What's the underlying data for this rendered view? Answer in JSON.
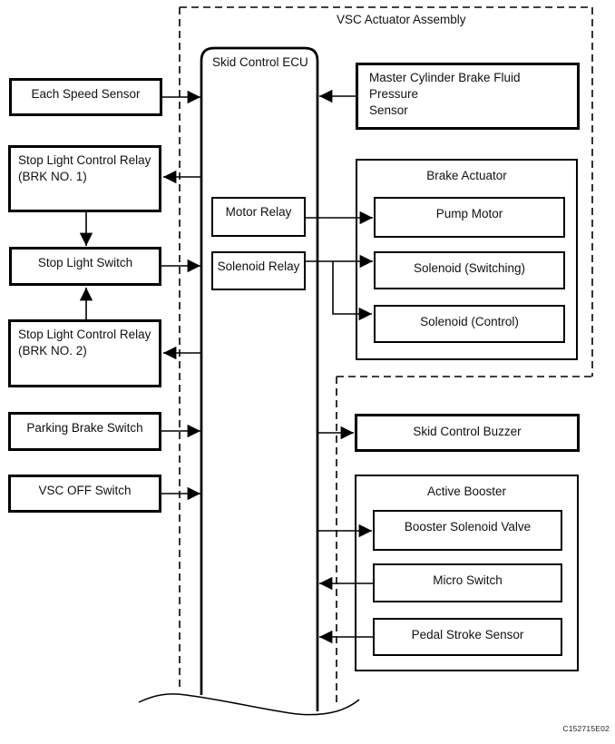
{
  "figure": {
    "assembly_label": "VSC Actuator Assembly",
    "ecu_label": "Skid Control ECU",
    "code": "C152715E02",
    "boxes": {
      "each_speed_sensor": "Each Speed Sensor",
      "stop_light_relay_1": "Stop Light Control Relay\n(BRK NO. 1)",
      "stop_light_switch": "Stop Light Switch",
      "stop_light_relay_2": "Stop Light Control Relay\n(BRK NO. 2)",
      "parking_brake_switch": "Parking Brake Switch",
      "vsc_off_switch": "VSC OFF Switch",
      "master_cylinder_sensor": "Master Cylinder Brake Fluid Pressure\nSensor",
      "motor_relay": "Motor Relay",
      "solenoid_relay": "Solenoid Relay",
      "brake_actuator": "Brake Actuator",
      "pump_motor": "Pump Motor",
      "solenoid_switching": "Solenoid (Switching)",
      "solenoid_control": "Solenoid (Control)",
      "skid_control_buzzer": "Skid Control Buzzer",
      "active_booster": "Active Booster",
      "booster_solenoid_valve": "Booster Solenoid Valve",
      "micro_switch": "Micro Switch",
      "pedal_stroke_sensor": "Pedal Stroke Sensor"
    },
    "colors": {
      "line": "#000000",
      "background": "#ffffff"
    }
  }
}
